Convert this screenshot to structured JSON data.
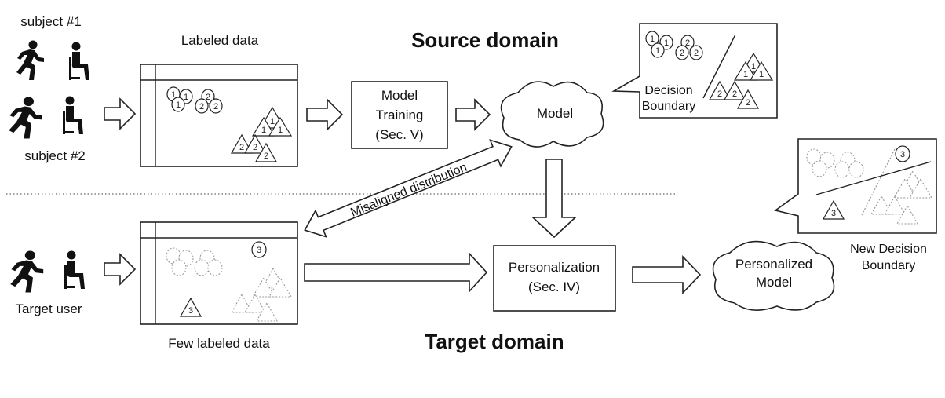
{
  "titles": {
    "source_domain": "Source domain",
    "target_domain": "Target domain"
  },
  "subjects": {
    "subject1": "subject #1",
    "subject2": "subject #2",
    "target_user": "Target user"
  },
  "data_boxes": {
    "labeled": "Labeled data",
    "few_labeled": "Few labeled data"
  },
  "blocks": {
    "training_line1": "Model",
    "training_line2": "Training",
    "training_line3": "(Sec. V)",
    "model": "Model",
    "personalization_line1": "Personalization",
    "personalization_line2": "(Sec. IV)",
    "personalized_line1": "Personalized",
    "personalized_line2": "Model"
  },
  "callouts": {
    "decision_line1": "Decision",
    "decision_line2": "Boundary",
    "new_decision_line1": "New Decision",
    "new_decision_line2": "Boundary"
  },
  "arrows": {
    "misaligned": "Misaligned distribution"
  },
  "class_marks": {
    "c1": "1",
    "c2": "2",
    "c3": "3"
  },
  "icons": [
    "running-person-icon",
    "seated-person-icon"
  ]
}
